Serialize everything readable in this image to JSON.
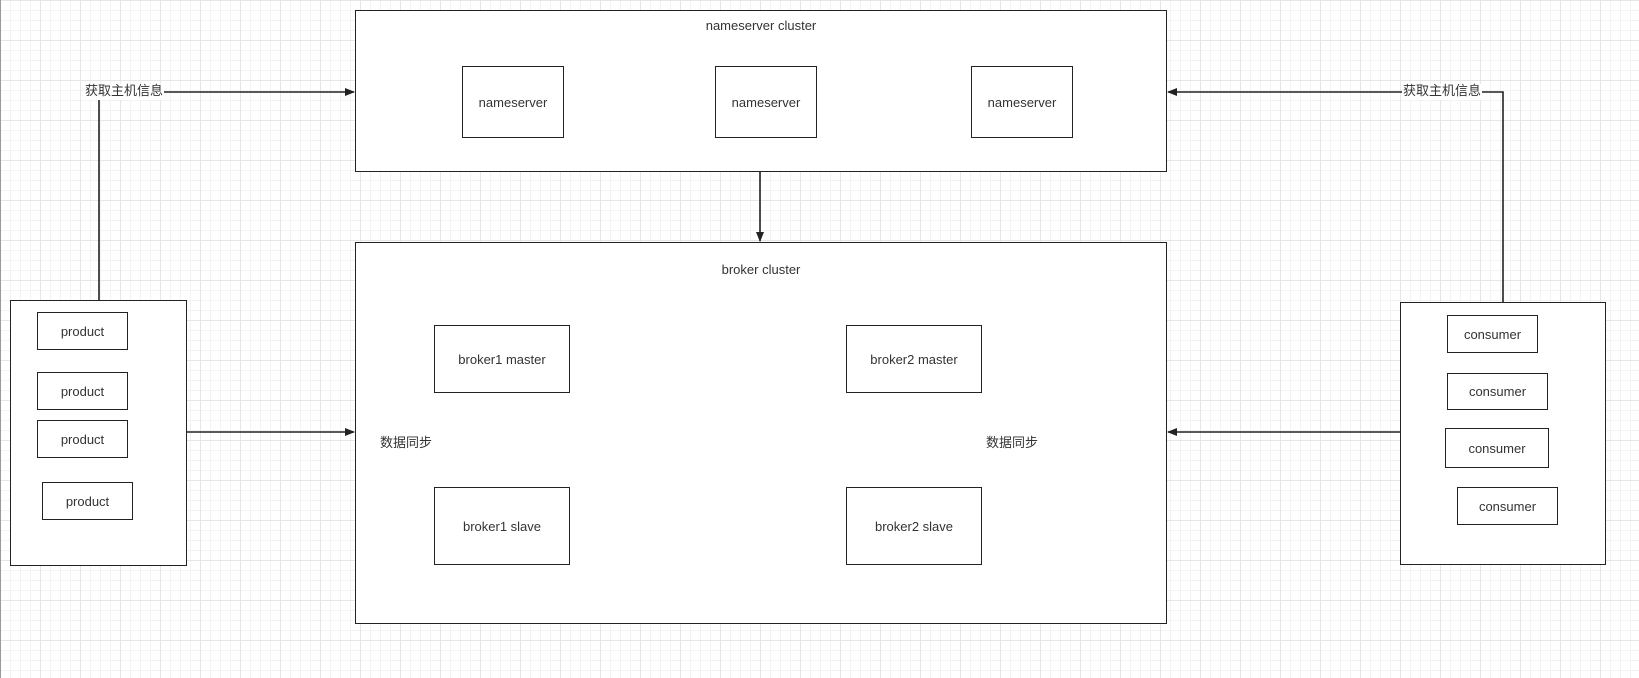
{
  "nameserver_cluster": {
    "title": "nameserver cluster",
    "nodes": [
      "nameserver",
      "nameserver",
      "nameserver"
    ]
  },
  "broker_cluster": {
    "title": "broker cluster",
    "broker1_master": "broker1 master",
    "broker1_slave": "broker1 slave",
    "broker2_master": "broker2 master",
    "broker2_slave": "broker2 slave",
    "sync_label_left": "数据同步",
    "sync_label_right": "数据同步"
  },
  "producers": [
    "product",
    "product",
    "product",
    "product"
  ],
  "consumers": [
    "consumer",
    "consumer",
    "consumer",
    "consumer"
  ],
  "edge_labels": {
    "producer_lookup": "获取主机信息",
    "consumer_lookup": "获取主机信息"
  },
  "colors": {
    "line": "#222222",
    "grid": "#e6e6e6",
    "background": "#ffffff"
  }
}
